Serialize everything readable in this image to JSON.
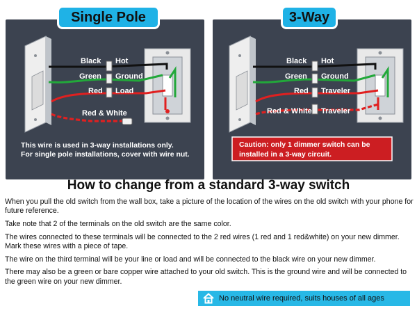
{
  "single_pole": {
    "title": "Single Pole",
    "labels": [
      "Black",
      "Hot",
      "Green",
      "Ground",
      "Red",
      "Load",
      "Red & White"
    ],
    "note_line1": "This wire is used in 3-way installations only.",
    "note_line2": "For single pole installations, cover with wire nut."
  },
  "three_way": {
    "title": "3-Way",
    "labels": [
      "Black",
      "Hot",
      "Green",
      "Ground",
      "Red",
      "Traveler",
      "Red & White",
      "Traveler"
    ],
    "caution_line1": "Caution: only 1 dimmer switch can be",
    "caution_line2": "installed in a 3-way circuit."
  },
  "heading": "How to change from a standard 3-way switch",
  "paragraphs": [
    "When you pull the old switch from the wall box, take a picture of the location of the wires on the old switch with your phone for future reference.",
    "Take note that 2 of the terminals on the old switch are the same color.",
    "The wires connected to these terminals will be connected to the 2 red wires (1 red and 1 red&white) on your new dimmer. Mark these wires with a piece of tape.",
    "The wire on the third terminal will be your line or load and will be connected to the black wire on your new dimmer.",
    "There may also be a green or bare copper wire attached to your old switch. This is the ground wire and will be connected to the green wire on your new dimmer."
  ],
  "badge_text": "No neutral wire required, suits houses of all ages",
  "colors": {
    "panel": "#3c4350",
    "pill": "#1fb2e6",
    "wire_black": "#111111",
    "wire_green": "#22a83a",
    "wire_red": "#e02020",
    "caution": "#cc1e22",
    "badge": "#28b8e6"
  }
}
